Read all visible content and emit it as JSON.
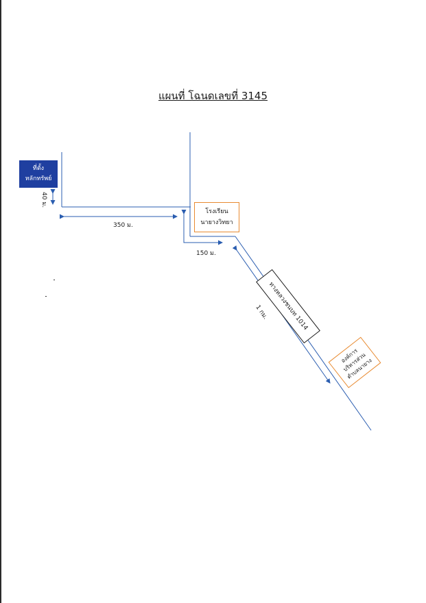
{
  "title": "แผนที่ โฉนดเลขที่ 3145",
  "location_box": {
    "line1": "ที่ตั้ง",
    "line2": "หลักทรัพย์",
    "color": "#1f3fa0"
  },
  "school_box": {
    "line1": "โรงเรียน",
    "line2": "นายางวิทยา",
    "border_color": "#e88a30"
  },
  "road_box": {
    "label": "ทางหลวงชนบท 1014"
  },
  "org_box": {
    "line1": "องค์การ",
    "line2": "บริหารส่วน",
    "line3": "ตำบลนายาง",
    "border_color": "#e88a30"
  },
  "distances": {
    "d40": "40 ม.",
    "d350": "350 ม.",
    "d150": "150 ม.",
    "d1km": "1 กม."
  },
  "line_color": "#2a5db0"
}
